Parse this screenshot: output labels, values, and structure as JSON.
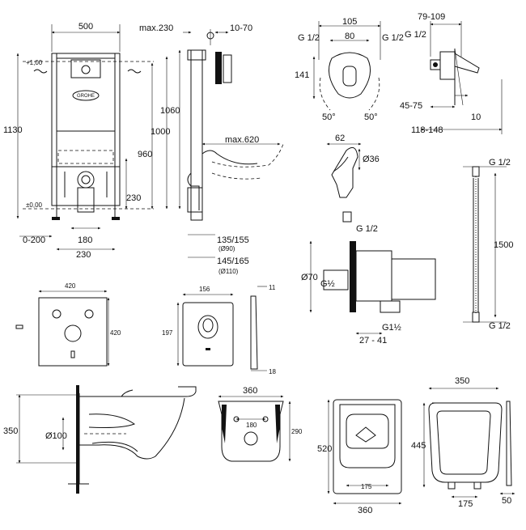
{
  "frame": {
    "width": "500",
    "max_depth": "max.230",
    "depth_range": "10-70",
    "height_total": "1130",
    "height_1060": "1060",
    "height_1000": "1000",
    "height_960": "960",
    "height_230": "230",
    "bowl_max": "max.620",
    "plus_100": "+1,00",
    "zero": "±0,00",
    "offset_0_200": "0-200",
    "offset_180": "180",
    "offset_230": "230",
    "pipe_135_155": "135/155",
    "pipe_d90": "(Ø90)",
    "pipe_145_165": "145/165",
    "pipe_d110": "(Ø110)",
    "brand": "GROHE"
  },
  "mixer": {
    "width_105": "105",
    "thread_left": "G 1/2",
    "thread_right": "G 1/2",
    "spacing_80": "80",
    "height_141": "141",
    "angle_left": "50°",
    "angle_right": "50°",
    "range_79_109": "79-109",
    "side_thread": "G 1/2",
    "range_45_75": "45-75",
    "side_10": "10",
    "range_118_148": "118-148"
  },
  "shower_head": {
    "length_62": "62",
    "diameter_36": "Ø36",
    "thread": "G 1/2"
  },
  "hose": {
    "top_thread": "G 1/2",
    "length": "1500",
    "bottom_thread": "G 1/2"
  },
  "holder": {
    "diameter_70": "Ø70",
    "inlet_thread": "G½",
    "outlet_thread": "G1½",
    "range_27_41": "27 - 41"
  },
  "sound_pad": {
    "width": "420",
    "height": "420"
  },
  "flush_plate": {
    "width": "156",
    "height": "197",
    "depth_top": "11",
    "depth_bottom": "18"
  },
  "bowl_side": {
    "height": "350",
    "outlet": "Ø100"
  },
  "bowl_back": {
    "width": "360",
    "hole_spacing": "180",
    "height": "290"
  },
  "bowl_top": {
    "length": "520",
    "hole_spacing": "175",
    "width": "360"
  },
  "seat": {
    "width": "350",
    "length": "445",
    "hinge_spacing": "175",
    "thickness": "50"
  }
}
